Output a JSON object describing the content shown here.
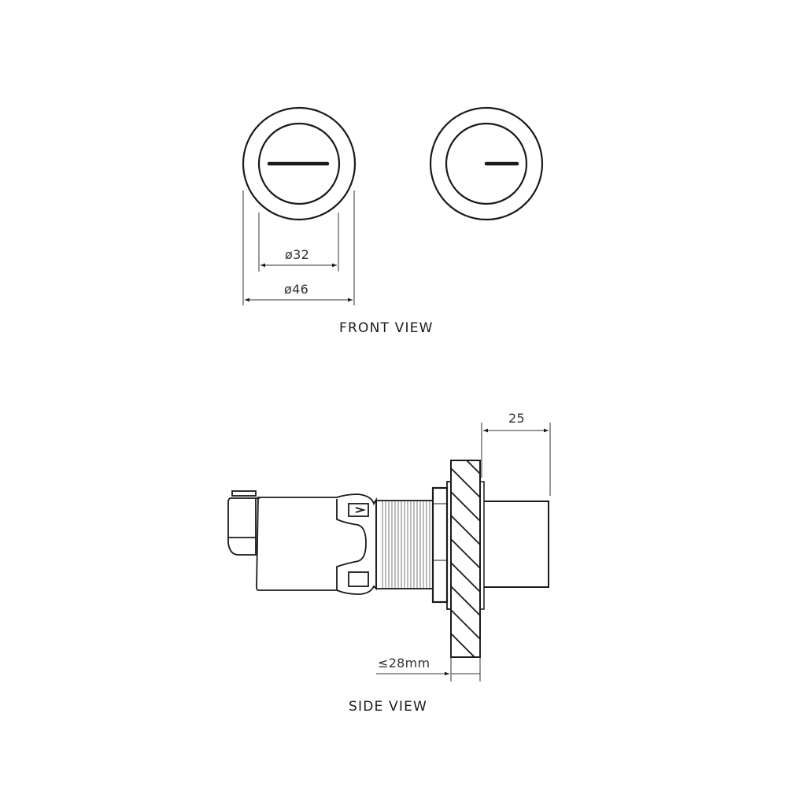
{
  "front_view": {
    "title": "FRONT VIEW",
    "buttons": [
      {
        "name": "full-flush-button",
        "indicator": "long-bar"
      },
      {
        "name": "half-flush-button",
        "indicator": "short-bar"
      }
    ],
    "dimensions": {
      "inner_diameter": "ø32",
      "outer_diameter": "ø46"
    }
  },
  "side_view": {
    "title": "SIDE VIEW",
    "dimensions": {
      "projection": "25",
      "wall_thickness": "≤28mm"
    }
  },
  "colors": {
    "line": "#1a1a1a",
    "background": "#ffffff"
  }
}
